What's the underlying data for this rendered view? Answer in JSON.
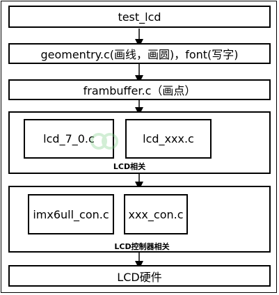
{
  "nodes": {
    "test_lcd": "test_lcd",
    "geometry": "geomentry.c(画线，画圆)，font(写字)",
    "framebuffer": "frambuffer.c（画点）",
    "lcd_7_0": "lcd_7_0.c",
    "lcd_xxx": "lcd_xxx.c",
    "imx6ull_con": "imx6ull_con.c",
    "xxx_con": "xxx_con.c",
    "hardware": "LCD硬件"
  },
  "groups": {
    "lcd_group": "LCD相关",
    "controller_group": "LCD控制器相关"
  },
  "colors": {
    "stroke": "#000000",
    "watermark": "#7fd08a"
  }
}
